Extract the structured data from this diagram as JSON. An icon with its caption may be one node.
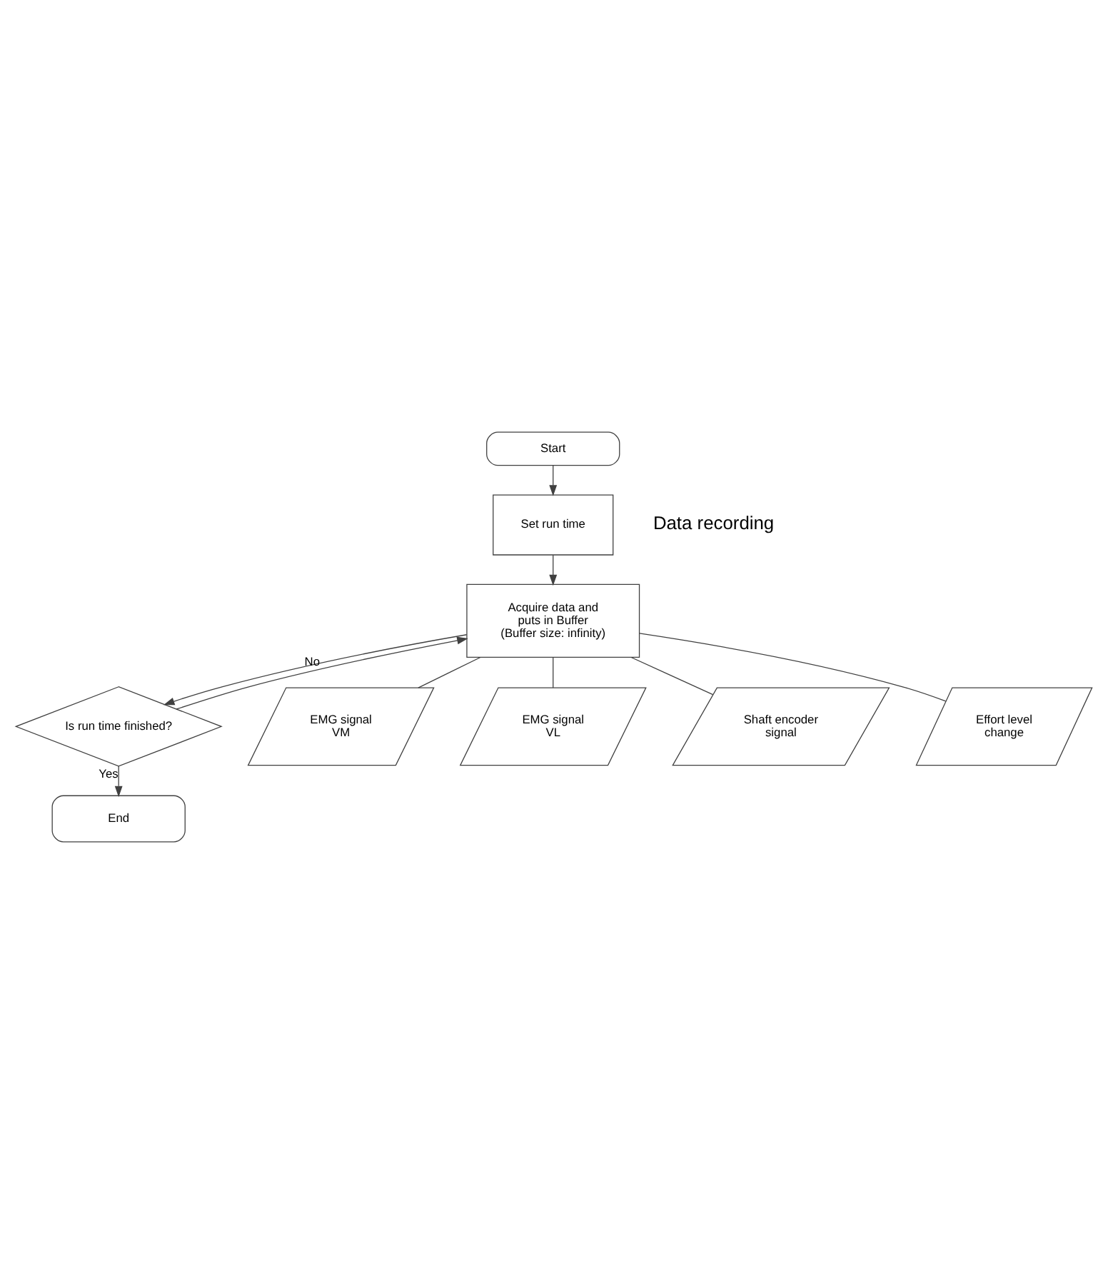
{
  "diagram": {
    "nodes": [
      {
        "text": [
          "Start"
        ]
      },
      {
        "text": [
          "Set run time"
        ]
      },
      {
        "text": [
          "Acquire data and puts in Buffer (Buffer size: infinity)"
        ]
      },
      {
        "text": [
          "Is run time finished?"
        ]
      },
      {
        "text": [
          "End"
        ]
      },
      {
        "text": [
          "EMG signal VM"
        ]
      },
      {
        "text": [
          "EMG signal VL"
        ]
      },
      {
        "text": [
          "Shaft encoder signal"
        ]
      },
      {
        "text": [
          "Effort level change"
        ]
      }
    ],
    "edges": [
      {
        "from": 0,
        "to": 1,
        "arrow": "to"
      },
      {
        "from": 1,
        "to": 2,
        "arrow": "to"
      },
      {
        "from": 2,
        "to": 3,
        "arrow": "to"
      },
      {
        "from": 3,
        "to": 2,
        "arrow": "to",
        "label": "No"
      },
      {
        "from": 3,
        "to": 4,
        "arrow": "to",
        "label": "Yes"
      },
      {
        "from": 2,
        "to": 5,
        "arrow": "none"
      },
      {
        "from": 2,
        "to": 6,
        "arrow": "none"
      },
      {
        "from": 2,
        "to": 7,
        "arrow": "none"
      },
      {
        "from": 2,
        "to": 8,
        "arrow": "none"
      }
    ],
    "labels": [
      "Data recording"
    ]
  }
}
